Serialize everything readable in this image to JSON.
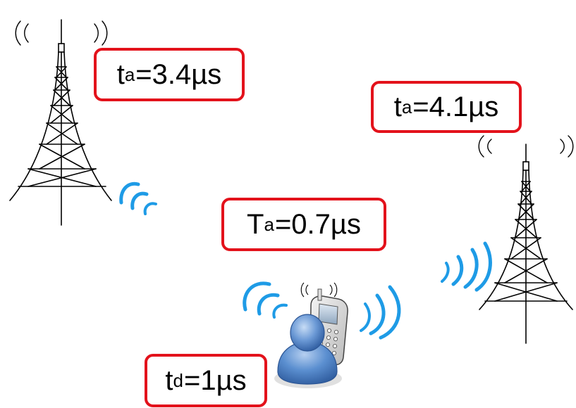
{
  "labels": {
    "tower_left": {
      "symbol": "t",
      "subscript": "a",
      "value": "=3.4µs"
    },
    "tower_right": {
      "symbol": "t",
      "subscript": "a",
      "value": "=4.1µs"
    },
    "advance": {
      "symbol": "T",
      "subscript": "a",
      "value": "=0.7µs"
    },
    "delay": {
      "symbol": "t",
      "subscript": "d",
      "value": "=1µs"
    }
  },
  "colors": {
    "label_border": "#e3121b",
    "signal_wave": "#1e9be6",
    "tower_line": "#000000",
    "user_body": "#5b8fd0"
  },
  "icons": [
    "cell-tower-icon",
    "phone-icon",
    "user-icon",
    "signal-wave-icon",
    "antenna-wave-icon"
  ]
}
